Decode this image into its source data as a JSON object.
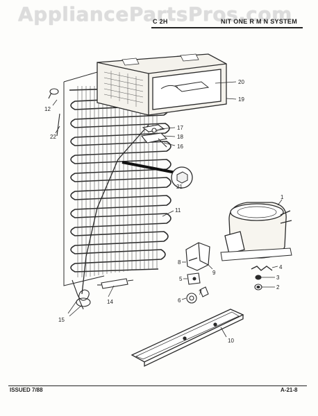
{
  "watermark": "AppliancePartsPros.com",
  "header": {
    "left_fragment": "C 2H",
    "right_fragment": "NIT  ONE R M N  SYSTEM"
  },
  "footer": {
    "issued": "ISSUED 7/88",
    "page_code": "A-21-8"
  },
  "callouts": [
    "1",
    "2",
    "3",
    "4",
    "5",
    "6",
    "7",
    "8",
    "9",
    "10",
    "11",
    "12",
    "14",
    "15",
    "16",
    "17",
    "18",
    "19",
    "20",
    "21",
    "22"
  ],
  "parts": {
    "compressor": "1",
    "grommet": "2",
    "sleeve": "3",
    "clip": "4",
    "relay": "5",
    "overload": "6",
    "bracket": "7",
    "cover": "8",
    "cover_clip": "9",
    "drain_pan": "10",
    "condenser": "11",
    "clamp": "12",
    "drier": "14",
    "capillary": "15",
    "evaporator_support": "16",
    "heater_clip": "17",
    "heater": "18",
    "evaporator": "19",
    "evaporator_plate": "20",
    "inset_part": "21",
    "tube": "22"
  }
}
